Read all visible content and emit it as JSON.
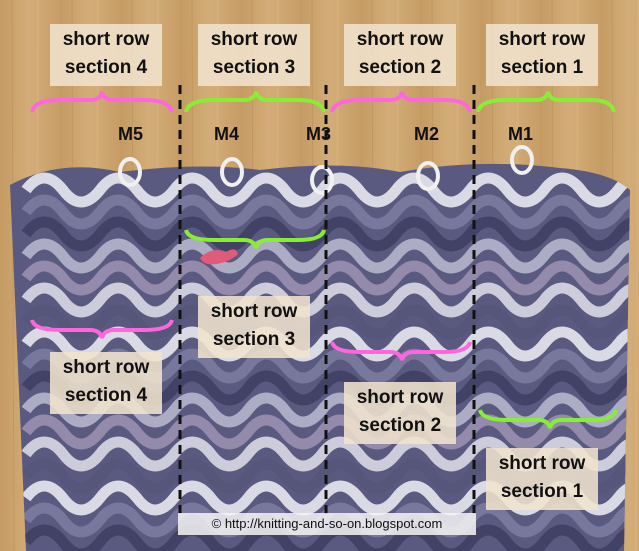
{
  "top_labels": [
    {
      "line1": "short row",
      "line2": "section 4"
    },
    {
      "line1": "short row",
      "line2": "section 3"
    },
    {
      "line1": "short row",
      "line2": "section 2"
    },
    {
      "line1": "short row",
      "line2": "section 1"
    }
  ],
  "markers": [
    "M5",
    "M4",
    "M3",
    "M2",
    "M1"
  ],
  "inner_labels": [
    {
      "line1": "short row",
      "line2": "section 4"
    },
    {
      "line1": "short row",
      "line2": "section 3"
    },
    {
      "line1": "short row",
      "line2": "section 2"
    },
    {
      "line1": "short row",
      "line2": "section 1"
    }
  ],
  "copyright": "© http://knitting-and-so-on.blogspot.com",
  "colors": {
    "pink_brace": "#ff66dd",
    "green_brace": "#88ee33",
    "wood": "#c9a06a",
    "yarn_dark": "#4a4a6e",
    "yarn_light": "#e6e6ee"
  }
}
